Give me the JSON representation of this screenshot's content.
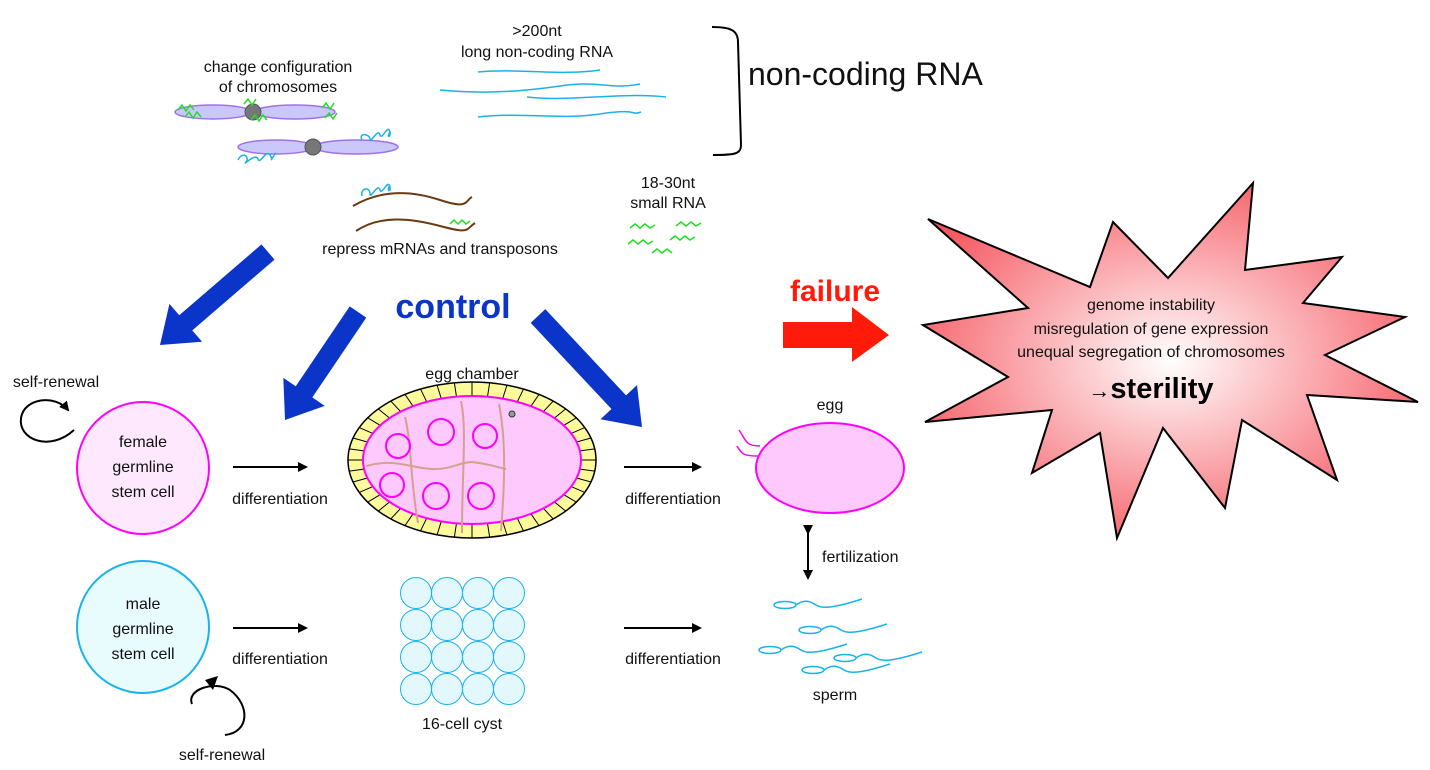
{
  "labels": {
    "chromosome_config": [
      "change configuration",
      "of chromosomes"
    ],
    "lncrna": [
      ">200nt",
      "long non-coding RNA"
    ],
    "noncoding": "non-coding RNA",
    "small_rna": [
      "18-30nt",
      "small RNA"
    ],
    "repress": "repress mRNAs and transposons",
    "control": "control",
    "failure": "failure",
    "consequences": [
      "genome instability",
      "misregulation of gene expression",
      "unequal segregation of chromosomes"
    ],
    "sterility_arrow": "→",
    "sterility": "sterility",
    "self_renewal": "self-renewal",
    "female_gsc": [
      "female",
      "germline",
      "stem cell"
    ],
    "male_gsc": [
      "male",
      "germline",
      "stem cell"
    ],
    "differentiation": "differentiation",
    "egg_chamber": "egg chamber",
    "egg": "egg",
    "fertilization": "fertilization",
    "cyst": "16-cell cyst",
    "sperm": "sperm"
  },
  "colors": {
    "control_blue": "#0a35c8",
    "failure_red": "#ff1a0a",
    "magenta": "#ff00ff",
    "cyan": "#1ab2ea",
    "green": "#22dd22",
    "brown": "#6b3a10"
  }
}
